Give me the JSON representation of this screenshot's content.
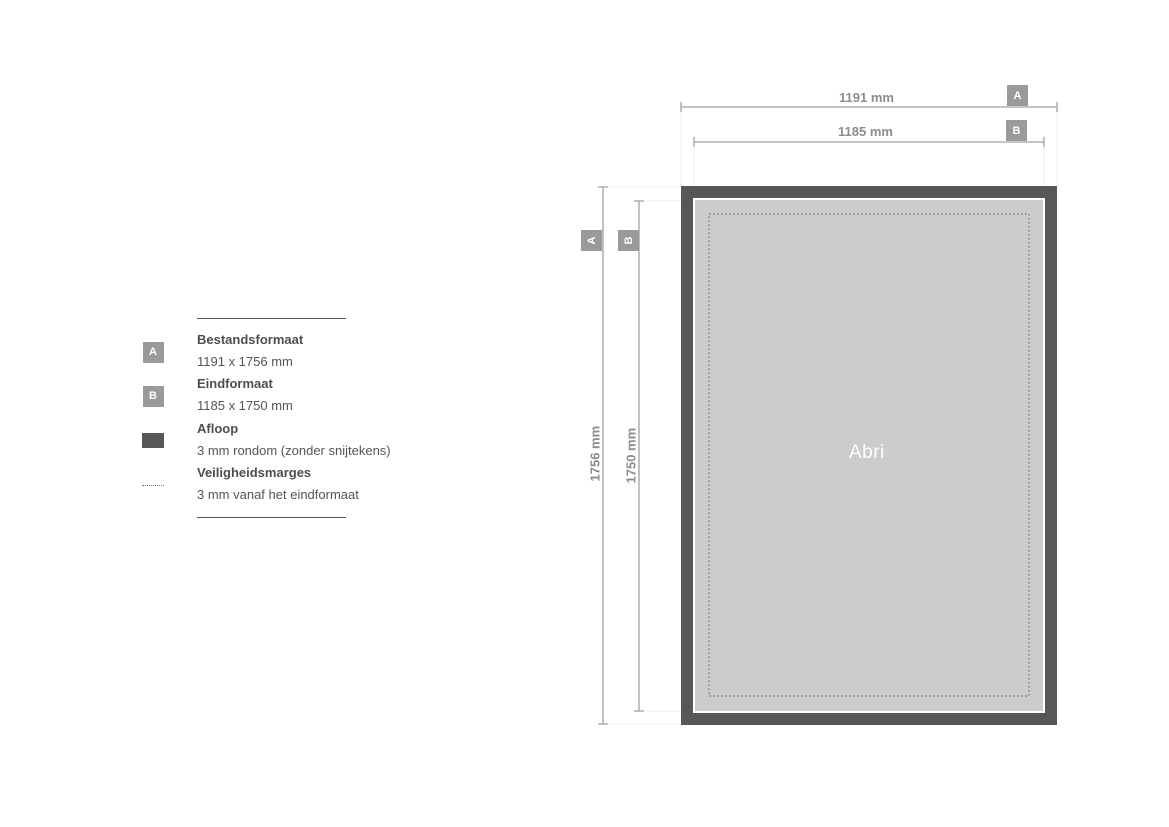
{
  "legend": {
    "items": [
      {
        "key": "A",
        "title": "Bestandsformaat",
        "desc": "1191 x 1756 mm"
      },
      {
        "key": "B",
        "title": "Eindformaat",
        "desc": "1185 x 1750 mm"
      },
      {
        "key": "",
        "title": "Afloop",
        "desc": "3 mm rondom (zonder snijtekens)"
      },
      {
        "key": "",
        "title": "Veiligheidsmarges",
        "desc": "3 mm vanaf het eindformaat"
      }
    ]
  },
  "dimensions": {
    "width_a": {
      "label": "1191 mm",
      "badge": "A"
    },
    "width_b": {
      "label": "1185 mm",
      "badge": "B"
    },
    "height_a": {
      "label": "1756 mm",
      "badge": "A"
    },
    "height_b": {
      "label": "1750 mm",
      "badge": "B"
    }
  },
  "poster": {
    "label": "Abri"
  },
  "colors": {
    "bleed": "#575757",
    "trim_fill": "#cccccc",
    "dim_line": "#9a9a9a",
    "badge": "#9a9a9a"
  }
}
